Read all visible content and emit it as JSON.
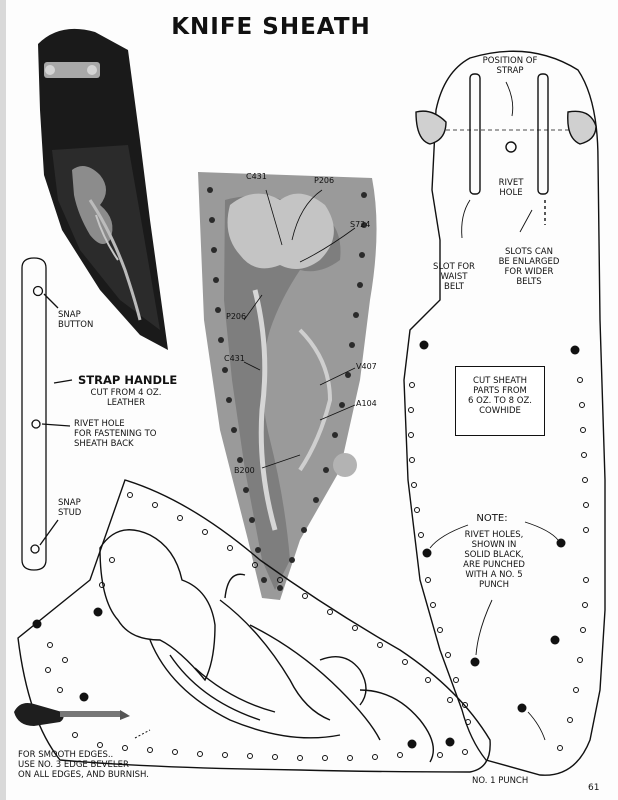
{
  "title": "KNIFE SHEATH",
  "page_number": "61",
  "labels": {
    "position_of_strap": "POSITION OF\nSTRAP",
    "rivet_hole": "RIVET\nHOLE",
    "slot_for_waist_belt": "SLOT FOR\nWAIST\nBELT",
    "slots_enlarged": "SLOTS CAN\nBE ENLARGED\nFOR WIDER\nBELTS",
    "cut_sheath": "CUT SHEATH\nPARTS FROM\n6 oz. TO 8 oz.\nCOWHIDE",
    "snap_button": "SNAP\nBUTTON",
    "strap_handle": "STRAP HANDLE",
    "strap_handle_sub": "CUT FROM 4 oz.\nLEATHER",
    "rivet_hole_fastening": "RIVET HOLE\nFOR FASTENING TO\nSHEATH BACK",
    "snap_stud": "SNAP\nSTUD",
    "note_title": "NOTE:",
    "note_body": "RIVET HOLES,\nSHOWN IN\nSOLID BLACK,\nARE PUNCHED\nWITH A No. 5\nPUNCH",
    "smooth_edges": "FOR SMOOTH EDGES..\nUSE No. 3 EDGE BEVELER\nON ALL EDGES, AND BURNISH.",
    "no1_punch": "No. 1 PUNCH"
  },
  "tool_codes": {
    "c431_top": "C431",
    "p206_top": "P206",
    "s724": "S724",
    "p206_left": "P206",
    "c431_left": "C431",
    "v407": "V407",
    "a104": "A104",
    "b200": "B200"
  }
}
